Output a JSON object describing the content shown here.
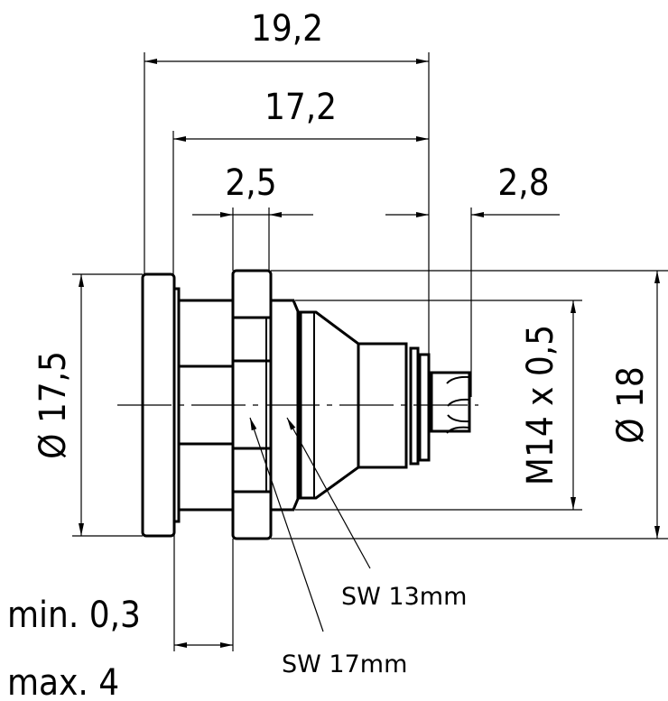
{
  "dimensions": {
    "overall_length": "19,2",
    "body_length": "17,2",
    "nut_width": "2,5",
    "pin_length": "2,8",
    "flange_diameter": "Ø 17,5",
    "nut_diameter": "Ø 18",
    "thread": "M14 x 0,5",
    "panel_min": "min. 0,3",
    "panel_max": "max. 4",
    "wrench_13": "SW 13mm",
    "wrench_17": "SW 17mm"
  }
}
